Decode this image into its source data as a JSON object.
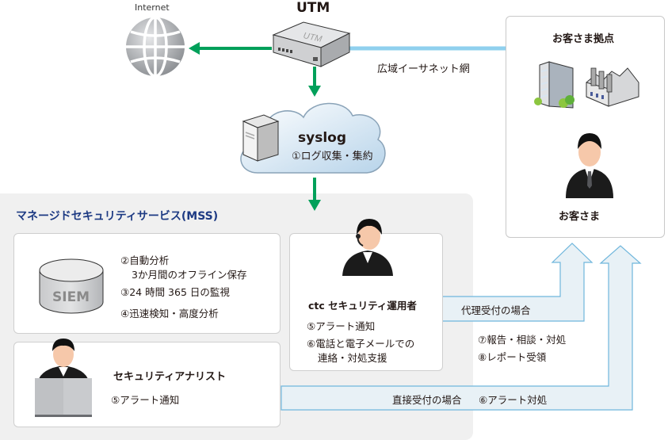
{
  "labels": {
    "internet": "Internet",
    "utm_title": "UTM",
    "utm_device_label": "UTM",
    "wan": "広域イーサネット網",
    "syslog_title": "syslog",
    "syslog_step": "①ログ収集・集約",
    "mss_title": "マネージドセキュリティサービス(MSS)",
    "siem": "SIEM",
    "siem_steps": [
      "②自動分析",
      "3か月間のオフライン保存",
      "③24 時間 365 日の監視",
      "④迅速検知・高度分析"
    ],
    "operator_title": "ctc セキュリティ運用者",
    "operator_steps": [
      "⑤アラート通知",
      "⑥電話と電子メールでの",
      "連絡・対処支援"
    ],
    "analyst_title": "セキュリティアナリスト",
    "analyst_step": "⑤アラート通知",
    "customer_site": "お客さま拠点",
    "customer": "お客さま",
    "proxy_case": "代理受付の場合",
    "report_steps": [
      "⑦報告・相談・対処",
      "⑧レポート受領"
    ],
    "direct_case": "直接受付の場合",
    "direct_step": "⑥アラート対処"
  },
  "colors": {
    "green_arrow": "#00a05a",
    "wan_line": "#8fd0ee",
    "flow_fill": "#e6f0f6",
    "flow_stroke": "#6fb6dc",
    "mss_title": "#1d3a83",
    "panel_bg": "#f0f0f0"
  }
}
